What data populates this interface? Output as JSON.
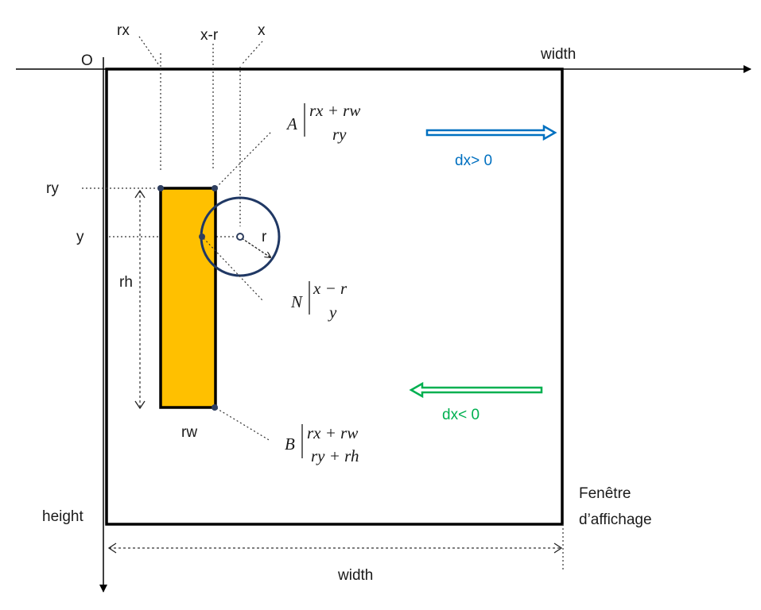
{
  "colors": {
    "paddle_fill": "#FFC000",
    "ball_stroke": "#203864",
    "positive_arrow": "#0070C0",
    "negative_arrow": "#00B050",
    "frame": "#000000"
  },
  "labels": {
    "origin": "O",
    "rx": "rx",
    "x_minus_r": "x-r",
    "x": "x",
    "width_top": "width",
    "ry": "ry",
    "y": "y",
    "rh": "rh",
    "rw": "rw",
    "r": "r",
    "height": "height",
    "width_bottom": "width",
    "window_line1": "Fenêtre",
    "window_line2": "d’affichage",
    "dx_positive": "dx> 0",
    "dx_negative": "dx< 0"
  },
  "points": {
    "A": {
      "name": "A",
      "top": "rx + rw",
      "bottom": "ry"
    },
    "N": {
      "name": "N",
      "top": "x − r",
      "bottom": "y"
    },
    "B": {
      "name": "B",
      "top": "rx + rw",
      "bottom": "ry + rh"
    }
  }
}
